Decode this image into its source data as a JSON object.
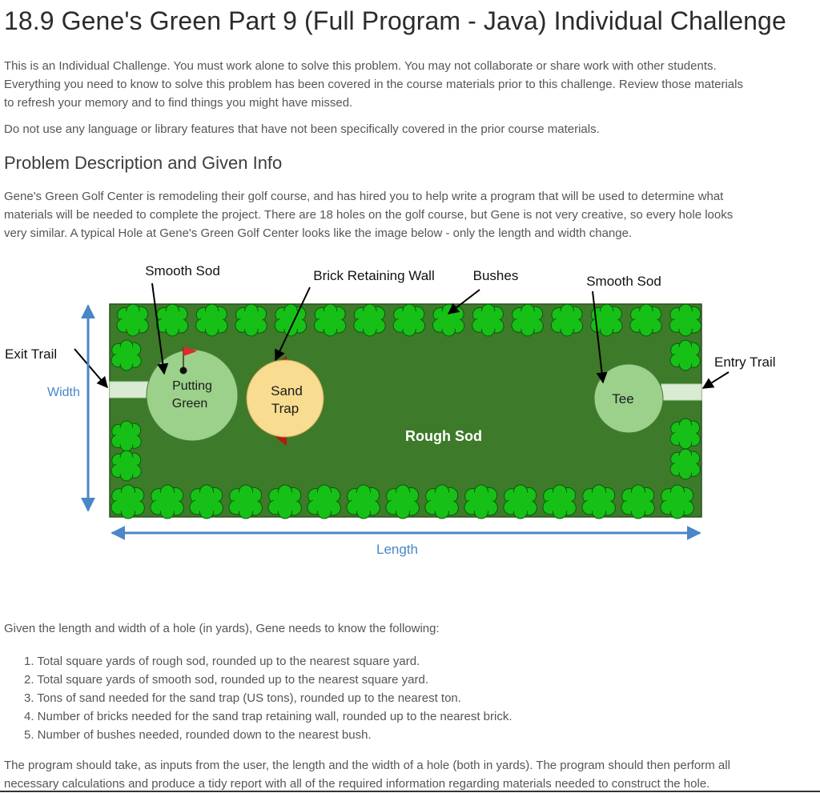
{
  "title": "18.9 Gene's Green Part 9 (Full Program - Java) Individual Challenge",
  "intro": {
    "lines": [
      "This is an Individual Challenge. You must work alone to solve this problem. You may not collaborate or share work with other students.",
      "Everything you need to know to solve this problem has been covered in the course materials prior to this challenge. Review those materials",
      "to refresh your memory and to find things you might have missed."
    ],
    "rule": "Do not use any language or library features that have not been specifically covered in the prior course materials."
  },
  "section_heading": "Problem Description and Given Info",
  "description": {
    "lines": [
      "Gene's Green Golf Center is remodeling their golf course, and has hired you to help write a program that will be used to determine what",
      "materials will be needed to complete the project. There are 18 holes on the golf course, but Gene is not very creative, so every hole looks",
      "very similar. A typical Hole at Gene's Green Golf Center looks like the image below - only the length and width change."
    ]
  },
  "diagram": {
    "labels": {
      "smooth_sod_left": "Smooth Sod",
      "brick_wall": "Brick Retaining Wall",
      "bushes": "Bushes",
      "smooth_sod_right": "Smooth Sod",
      "exit_trail": "Exit Trail",
      "entry_trail": "Entry Trail",
      "width": "Width",
      "length": "Length",
      "putting_green_1": "Putting",
      "putting_green_2": "Green",
      "sand_trap_1": "Sand",
      "sand_trap_2": "Trap",
      "tee": "Tee",
      "rough_sod": "Rough Sod"
    },
    "colors": {
      "rough": "#3d7a2a",
      "bush": "#17c017",
      "green": "#9bd18a",
      "sand": "#f8dc8f",
      "wall": "#b01c10",
      "trail": "#d9ecd3",
      "dimension": "#4a86c8",
      "flag": "#e3272d"
    }
  },
  "given_intro": "Given the length and width of a hole (in yards), Gene needs to know the following:",
  "requirements": [
    "1. Total square yards of rough sod, rounded up to the nearest square yard.",
    "2. Total square yards of smooth sod, rounded up to the nearest square yard.",
    "3. Tons of sand needed for the sand trap (US tons), rounded up to the nearest ton.",
    "4. Number of bricks needed for the sand trap retaining wall, rounded up to the nearest brick.",
    "5. Number of bushes needed, rounded down to the nearest bush."
  ],
  "program_lines": [
    "The program should take, as inputs from the user, the length and the width of a hole (both in yards). The program should then perform all",
    "necessary calculations and produce a tidy report with all of the required information regarding materials needed to construct the hole."
  ]
}
